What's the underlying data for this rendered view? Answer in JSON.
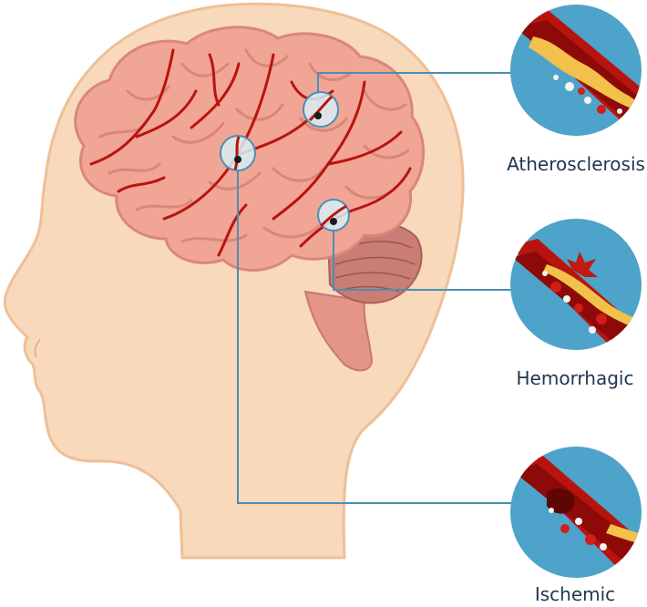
{
  "labels": {
    "atherosclerosis": "Atherosclerosis",
    "hemorrhagic": "Hemorrhagic",
    "ischemic": "Ischemic"
  },
  "colors": {
    "skin": "#f8d9bb",
    "skin_outline": "#efbf97",
    "brain": "#f1a594",
    "brain_shadow": "#d9877a",
    "vessel": "#b8140f",
    "connector": "#4a8fb5",
    "inset_bg": "#4da3c9",
    "plaque": "#f2c14b",
    "blood": "#8d0a08",
    "text": "#1f3550"
  }
}
